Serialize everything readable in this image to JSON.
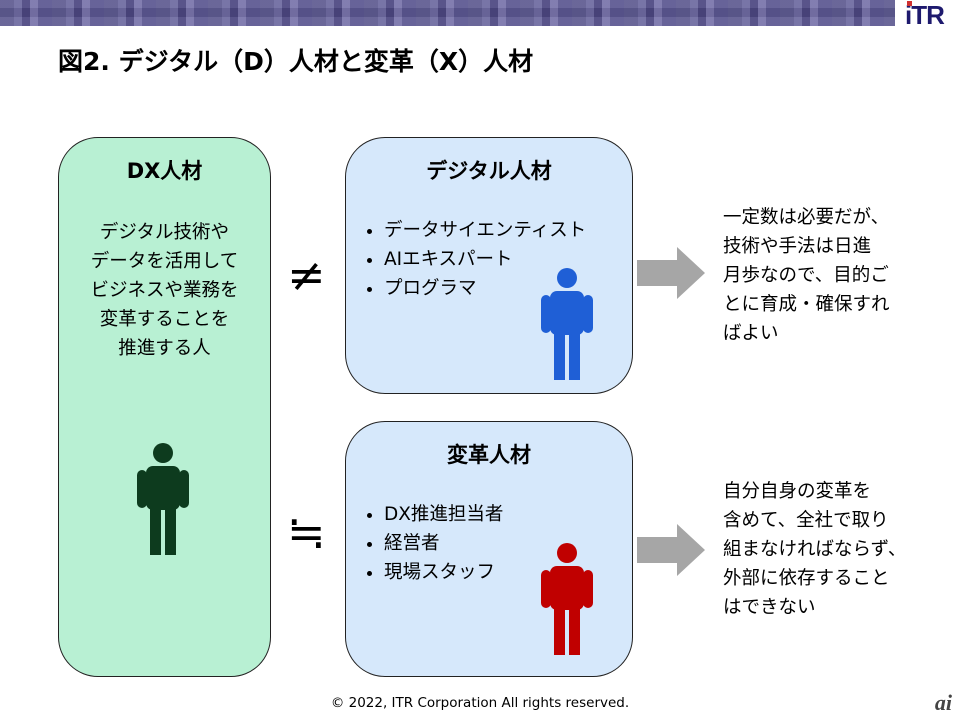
{
  "header": {
    "logo": "iTR",
    "title": "図2. デジタル（D）人材と変革（X）人材"
  },
  "dx": {
    "heading": "DX人材",
    "lines": [
      "デジタル技術や",
      "データを活用して",
      "ビジネスや業務を",
      "変革することを",
      "推進する人"
    ]
  },
  "digital": {
    "heading": "デジタル人材",
    "items": [
      "データサイエンティスト",
      "AIエキスパート",
      "プログラマ"
    ],
    "symbol": "≠",
    "note": [
      "一定数は必要だが、",
      "技術や手法は日進",
      "月歩なので、目的ご",
      "とに育成・確保すれ",
      "ばよい"
    ]
  },
  "transform": {
    "heading": "変革人材",
    "items": [
      "DX推進担当者",
      "経営者",
      "現場スタッフ"
    ],
    "symbol": "≒",
    "note": [
      "自分自身の変革を",
      "含めて、全社で取り",
      "組まなければならず、",
      "外部に依存すること",
      "はできない"
    ]
  },
  "footer": {
    "copyright": "© 2022, ITR Corporation All rights reserved.",
    "watermark": "ai"
  },
  "colors": {
    "dx_fill": "#b8f0d3",
    "box_fill": "#d6e8fb",
    "person_dx": "#0d3b1e",
    "person_digital": "#1f5fd6",
    "person_transform": "#c00000",
    "arrow": "#a6a6a6"
  }
}
